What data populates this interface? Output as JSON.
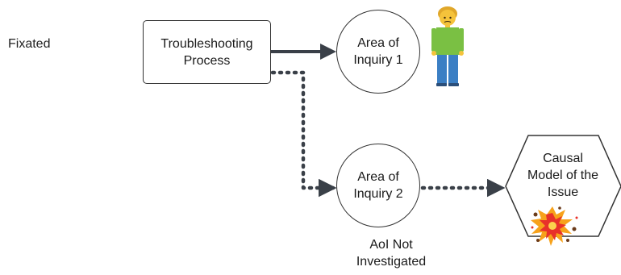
{
  "diagram": {
    "side_label": "Fixated",
    "process_box": {
      "text": "Troubleshooting\nProcess"
    },
    "area1": {
      "text": "Area of\nInquiry 1"
    },
    "area2": {
      "text": "Area of\nInquiry 2"
    },
    "area2_note": "AoI Not\nInvestigated",
    "causal_model": {
      "text": "Causal\nModel of the\nIssue"
    }
  },
  "icons": {
    "person": "standing-person-icon",
    "explosion": "explosion-icon"
  },
  "colors": {
    "solid_arrow": "#3a4048",
    "dotted_arrow": "#3a4048",
    "person_shirt": "#7ac043",
    "person_pants": "#3b7fc4",
    "person_skin": "#f5c33b",
    "explosion_core": "#e8312a",
    "explosion_glow": "#f7a21b"
  }
}
